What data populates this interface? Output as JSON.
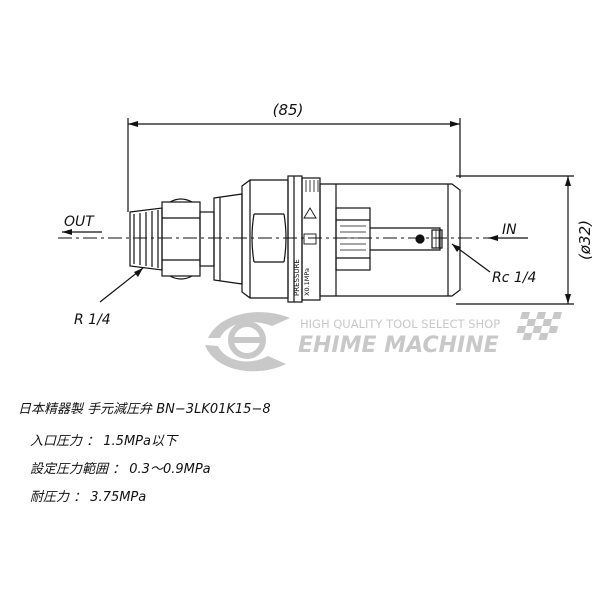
{
  "drawing": {
    "overall_length": "(85)",
    "diameter": "(ø32)",
    "out_label": "OUT",
    "in_label": "IN",
    "out_thread": "R 1/4",
    "in_thread": "Rc 1/4",
    "body_text_pressure": "PRESSURE",
    "body_text_range": "X0.1MPa"
  },
  "watermark": {
    "tagline": "HIGH QUALITY TOOL SELECT SHOP",
    "brand": "EHIME MACHINE"
  },
  "specs": {
    "title": "日本精器製 手元減圧弁 BN−3LK01K15−8",
    "inlet_pressure": "入口圧力 ： 1.5MPa以下",
    "set_pressure_range": "設定圧力範囲 ： 0.3〜0.9MPa",
    "proof_pressure": "耐圧力 ： 3.75MPa"
  },
  "colors": {
    "line": "#111111",
    "watermark": "#c8c8c8"
  }
}
